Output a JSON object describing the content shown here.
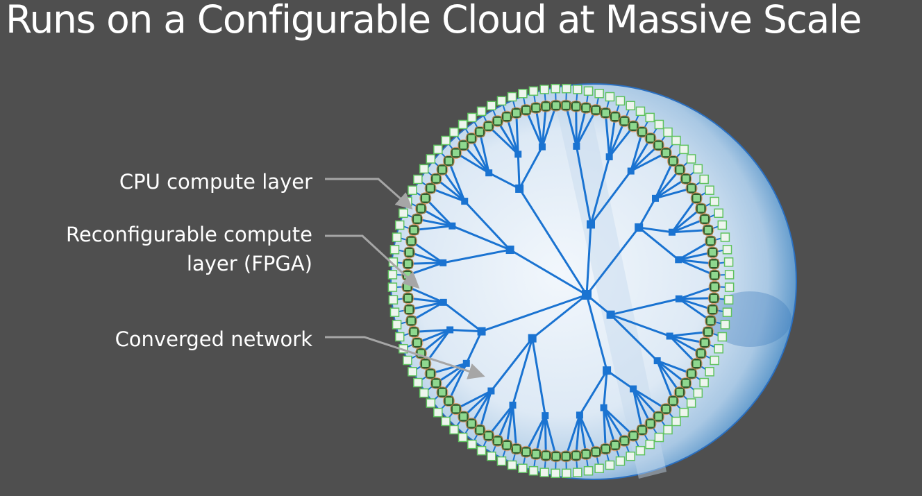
{
  "slide": {
    "title": "Runs on a Configurable Cloud at Massive Scale",
    "labels": {
      "cpu": "CPU compute layer",
      "fpga_line1": "Reconfigurable compute",
      "fpga_line2": "layer (FPGA)",
      "network": "Converged network"
    }
  },
  "colors": {
    "background": "#4f4f4f",
    "network": "#1a73d1",
    "cpu_node": "#5fc25f",
    "fpga_node": "#2e5b2e",
    "fpga_border": "#e0894a",
    "callout": "#a6a6a6"
  },
  "diagram": {
    "ring_nodes": 96,
    "fanout_leaf": 4,
    "fanout_mid": 3
  }
}
